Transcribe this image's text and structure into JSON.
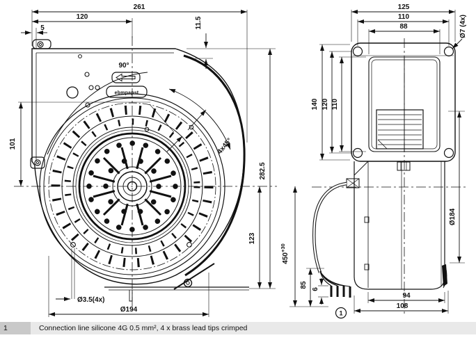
{
  "logo": {
    "brand": "ebmpapst"
  },
  "front": {
    "total_width": "261",
    "center_offset_x": "120",
    "edge_offset": "5",
    "inlet_lip": "11.5",
    "angle_label": "90°",
    "center_height": "101",
    "chamfer": "4x45°",
    "total_height": "282.5",
    "center_to_outlet": "123",
    "fix_holes": "Ø3.5(4x)",
    "pitch_circle": "Ø194"
  },
  "side": {
    "flange_width": "125",
    "hole_pitch_x": "110",
    "inlet_width": "88",
    "flange_hole_dia": "Ø7 (4x)",
    "flange_height": "140",
    "hole_pitch_y": "120",
    "inlet_height": "110",
    "impeller_dia": "Ø184",
    "lead_length": "450",
    "lead_length_tol": "+30",
    "lead_free": "85",
    "tip_strip": "6",
    "motor_width": "94",
    "total_depth": "108",
    "callout_ref": "1"
  },
  "footer": {
    "ref_num": "1",
    "note": "Connection line silicone 4G 0.5 mm², 4 x brass lead tips crimped"
  }
}
